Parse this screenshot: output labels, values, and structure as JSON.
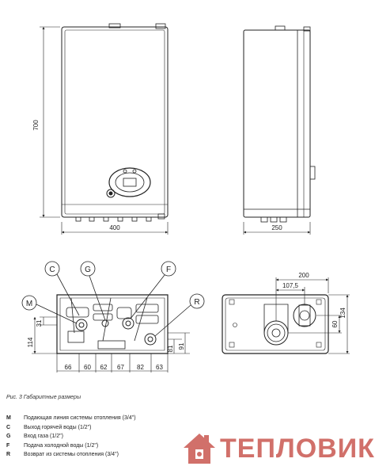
{
  "dimensions": {
    "height_700": "700",
    "width_400": "400",
    "depth_250": "250",
    "d200": "200",
    "d107": "107,5",
    "d134": "134",
    "d60": "60",
    "d31": "31",
    "d114": "114",
    "d81": "81",
    "d91": "91",
    "bottom": [
      "66",
      "60",
      "62",
      "67",
      "82",
      "63"
    ]
  },
  "callouts": {
    "C": "C",
    "G": "G",
    "F": "F",
    "M": "M",
    "R": "R"
  },
  "caption": "Рис. 3 Габаритные размеры",
  "legend": [
    {
      "key": "M",
      "text": "Подающая линия системы отопления (3/4\")"
    },
    {
      "key": "C",
      "text": "Выход горячей воды (1/2\")"
    },
    {
      "key": "G",
      "text": "Вход газа (1/2\")"
    },
    {
      "key": "F",
      "text": "Подача холодной воды (1/2\")"
    },
    {
      "key": "R",
      "text": "Возврат из системы отопления (3/4\")"
    }
  ],
  "brand": {
    "name": "ТЕПЛОВИК",
    "color": "#d1706a"
  }
}
